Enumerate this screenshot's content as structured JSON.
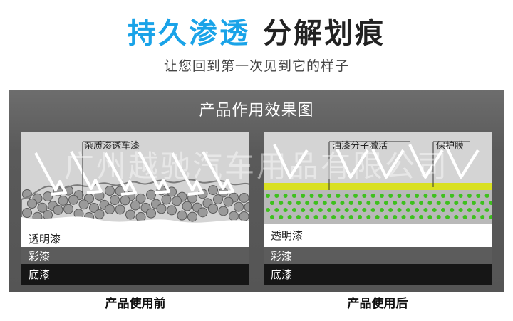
{
  "headline": {
    "part1": "持久渗透",
    "part2": "分解划痕"
  },
  "subtitle": "让您回到第一次见到它的样子",
  "panel_title": "产品作用效果图",
  "before": {
    "label_impurity": "杂质渗透车漆",
    "layer_clear": "透明漆",
    "layer_color": "彩漆",
    "layer_base": "底漆",
    "caption": "产品使用前"
  },
  "after": {
    "label_molecules": "油漆分子激活",
    "label_protect": "保护膜",
    "layer_clear": "透明漆",
    "layer_color": "彩漆",
    "layer_base": "底漆",
    "caption": "产品使用后"
  },
  "watermark": "广州越驰汽车用品有限公司",
  "colors": {
    "headline_blue": "#1aa3e8",
    "protect_film": "#d9e021",
    "molecule_green": "#3ec01e"
  }
}
